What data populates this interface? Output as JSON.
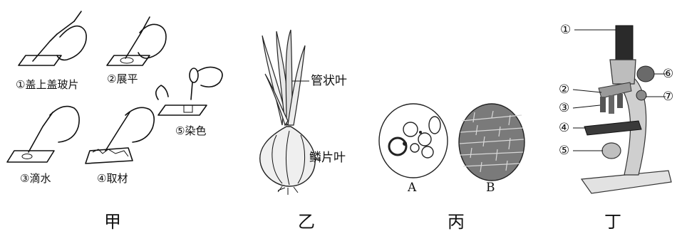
{
  "panels": {
    "jia": {
      "caption": "甲",
      "steps": [
        {
          "label": "①盖上盖玻片"
        },
        {
          "label": "②展平"
        },
        {
          "label": "③滴水"
        },
        {
          "label": "④取材"
        },
        {
          "label": "⑤染色"
        }
      ]
    },
    "yi": {
      "caption": "乙",
      "labels": {
        "tubular": "管状叶",
        "scale": "鳞片叶"
      }
    },
    "bing": {
      "caption": "丙",
      "views": [
        {
          "label": "A"
        },
        {
          "label": "B"
        }
      ]
    },
    "ding": {
      "caption": "丁",
      "markers": [
        "①",
        "②",
        "③",
        "④",
        "⑤",
        "⑥",
        "⑦"
      ]
    }
  }
}
